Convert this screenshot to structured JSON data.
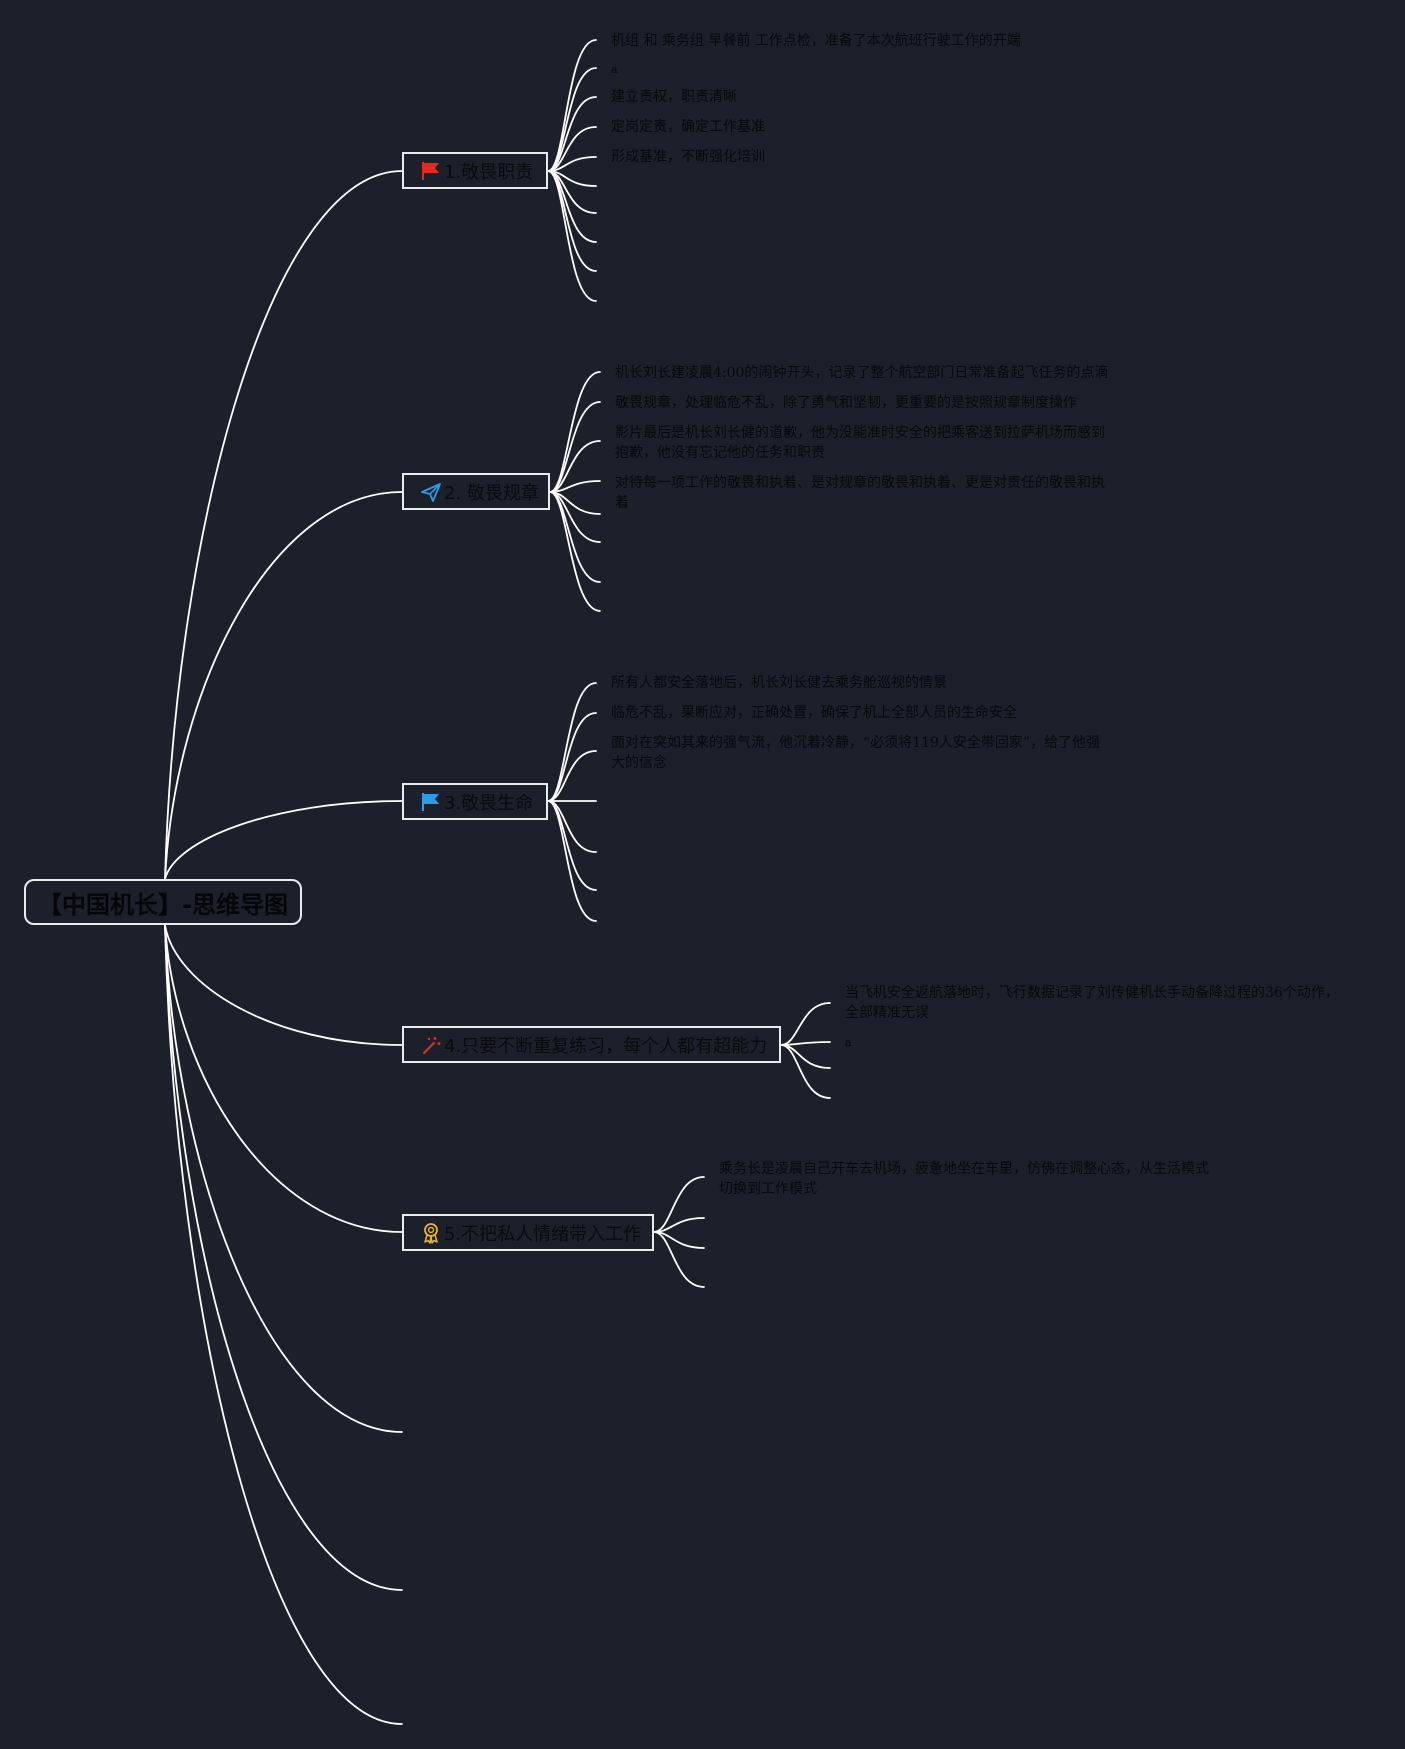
{
  "root": {
    "title": "【中国机长】-思维导图"
  },
  "topics": [
    {
      "id": "t1",
      "label": "1.敬畏职责",
      "icon": "red-flag-icon",
      "icon_color": "#e22a1f",
      "details": [
        "机组 和 乘务组 早餐前 工作点检，准备了本次航班行驶工作的开端",
        "a",
        "建立责权，职责清晰",
        "定岗定责，确定工作基准",
        "形成基准，不断强化培训"
      ]
    },
    {
      "id": "t2",
      "label": "2. 敬畏规章",
      "icon": "paper-plane-icon",
      "icon_color": "#2d9be8",
      "details": [
        "机长刘长建凌晨4:00的闹钟开头，记录了整个航空部门日常准备起飞任务的点滴",
        "敬畏规章，处理临危不乱，除了勇气和坚韧，更重要的是按照规章制度操作",
        "影片最后是机长刘长健的道歉，他为没能准时安全的把乘客送到拉萨机场而感到抱歉，他没有忘记他的任务和职责",
        "对待每一项工作的敬畏和执着、是对规章的敬畏和执着、更是对责任的敬畏和执着"
      ]
    },
    {
      "id": "t3",
      "label": "3.敬畏生命",
      "icon": "blue-flag-icon",
      "icon_color": "#2d9be8",
      "details": [
        "所有人都安全落地后，机长刘长健去乘务舱巡视的情景",
        "临危不乱，果断应对，正确处置，确保了机上全部人员的生命安全",
        "面对在突如其来的强气流，他沉着冷静，“必须将119人安全带回家”，给了他强大的信念"
      ]
    },
    {
      "id": "t4",
      "label": "4.只要不断重复练习，每个人都有超能力",
      "icon": "magic-wand-icon",
      "icon_color": "#d9301f",
      "details": [
        "当飞机安全返航落地时，飞行数据记录了刘传健机长手动备降过程的36个动作，全部精准无误",
        "a"
      ]
    },
    {
      "id": "t5",
      "label": "5.不把私人情绪带入工作",
      "icon": "award-badge-icon",
      "icon_color": "#f0b429",
      "details": [
        "乘务长是凌晨自己开车去机场，疲惫地坐在车里，仿佛在调整心态，从生活模式切换到工作模式"
      ]
    }
  ]
}
